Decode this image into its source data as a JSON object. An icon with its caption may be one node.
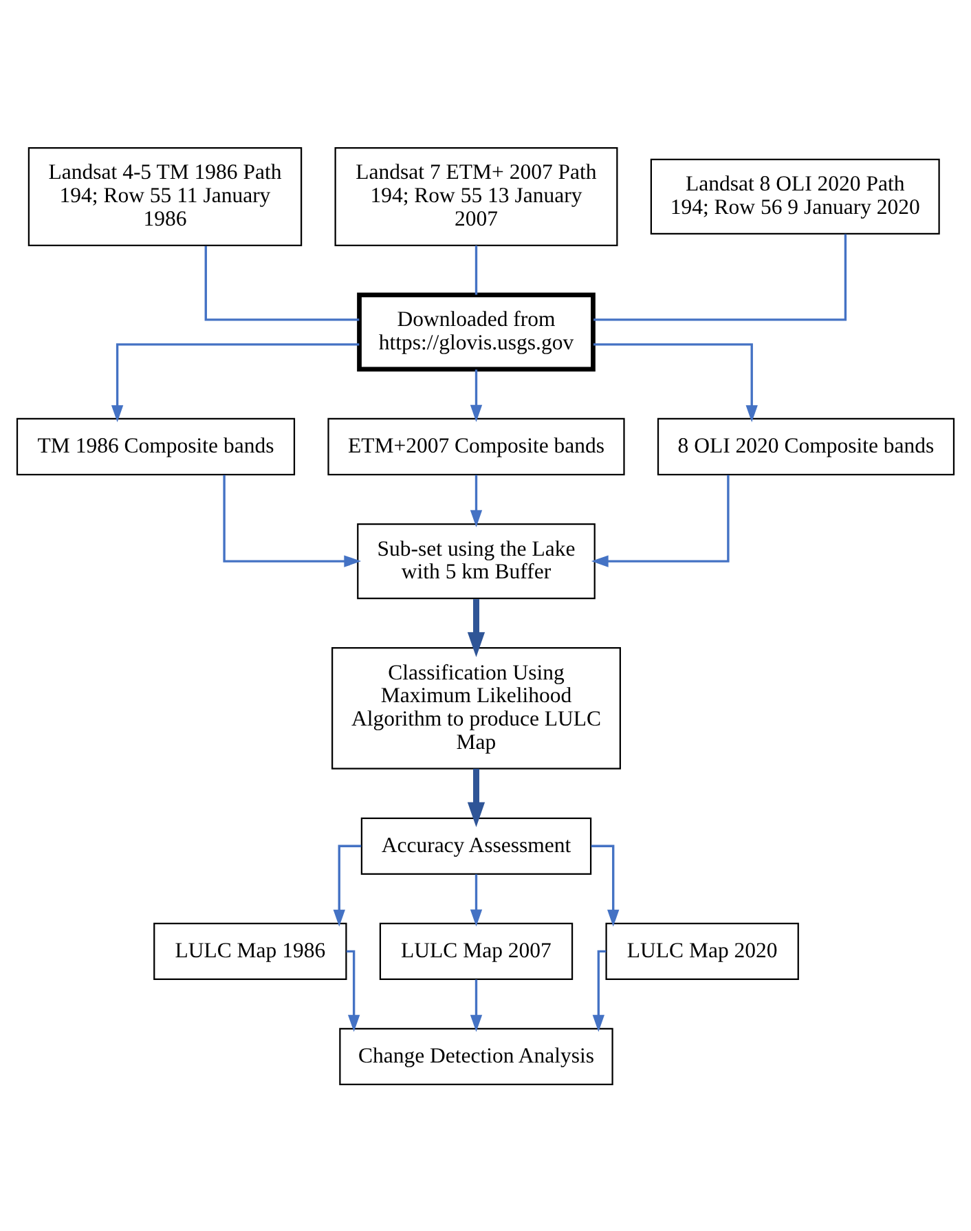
{
  "diagram": {
    "nodes": [
      {
        "text": [
          "Landsat 4-5 TM 1986 Path 194; Row 55 11 January 1986"
        ]
      },
      {
        "text": [
          "Landsat 7 ETM+ 2007 Path 194; Row 55 13 January 2007"
        ]
      },
      {
        "text": [
          "Landsat 8 OLI 2020 Path 194; Row 56 9 January 2020"
        ]
      },
      {
        "text": [
          "Downloaded from https://glovis.usgs.gov"
        ]
      },
      {
        "text": [
          "TM 1986 Composite bands"
        ]
      },
      {
        "text": [
          "ETM+2007 Composite bands"
        ]
      },
      {
        "text": [
          "8 OLI 2020 Composite bands"
        ]
      },
      {
        "text": [
          "Sub-set using the Lake with 5 km Buffer"
        ]
      },
      {
        "text": [
          "Classification Using Maximum Likelihood Algorithm to produce LULC Map"
        ]
      },
      {
        "text": [
          "Accuracy Assessment"
        ]
      },
      {
        "text": [
          "LULC Map 1986"
        ]
      },
      {
        "text": [
          "LULC Map 2007"
        ]
      },
      {
        "text": [
          "LULC Map 2020"
        ]
      },
      {
        "text": [
          "Change Detection Analysis"
        ]
      }
    ],
    "edges": [
      {
        "from": 0,
        "to": 3,
        "arrow": "none"
      },
      {
        "from": 1,
        "to": 3,
        "arrow": "none"
      },
      {
        "from": 2,
        "to": 3,
        "arrow": "none"
      },
      {
        "from": 3,
        "to": 4,
        "arrow": "to"
      },
      {
        "from": 3,
        "to": 5,
        "arrow": "to"
      },
      {
        "from": 3,
        "to": 6,
        "arrow": "to"
      },
      {
        "from": 4,
        "to": 7,
        "arrow": "to"
      },
      {
        "from": 5,
        "to": 7,
        "arrow": "to"
      },
      {
        "from": 6,
        "to": 7,
        "arrow": "to"
      },
      {
        "from": 7,
        "to": 8,
        "arrow": "to",
        "style": "thick"
      },
      {
        "from": 8,
        "to": 9,
        "arrow": "to",
        "style": "thick"
      },
      {
        "from": 9,
        "to": 10,
        "arrow": "to"
      },
      {
        "from": 9,
        "to": 11,
        "arrow": "to"
      },
      {
        "from": 9,
        "to": 12,
        "arrow": "to"
      },
      {
        "from": 10,
        "to": 13,
        "arrow": "to"
      },
      {
        "from": 11,
        "to": 13,
        "arrow": "to"
      },
      {
        "from": 12,
        "to": 13,
        "arrow": "to"
      }
    ]
  }
}
